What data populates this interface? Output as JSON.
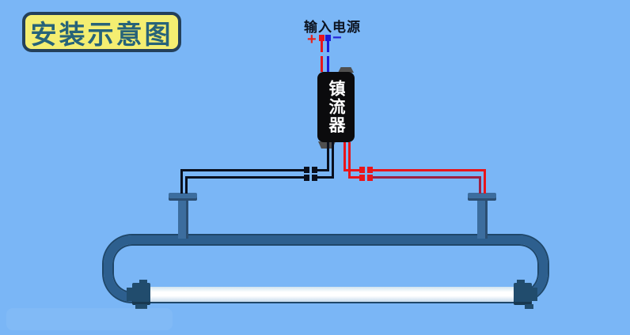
{
  "title": {
    "label": "安装示意图"
  },
  "power_input": {
    "label": "输入电源",
    "plus": "+",
    "minus": "−"
  },
  "ballast": {
    "label": "镇流器"
  },
  "colors": {
    "background": "#7ab6f6",
    "title_bg": "#f4ee71",
    "title_border": "#24405a",
    "title_text": "#276379",
    "power_text": "#0d1421",
    "plus_red": "#e42520",
    "minus_blue": "#2525d8",
    "wire_red": "#e8151a",
    "wire_dark_red": "#9d2143",
    "wire_blue": "#1c1cd8",
    "wire_black": "#0a101e",
    "ballast_body": "#0b0b0d",
    "ballast_tab": "#4f4f4f",
    "ballast_text": "#ffffff",
    "pipe_fill": "#2d5f8e",
    "pipe_edge": "#1f4769",
    "socket_fill": "#3c6d9e",
    "cap_fill": "#214c6d",
    "tube_edge": "#cfe3f0"
  }
}
